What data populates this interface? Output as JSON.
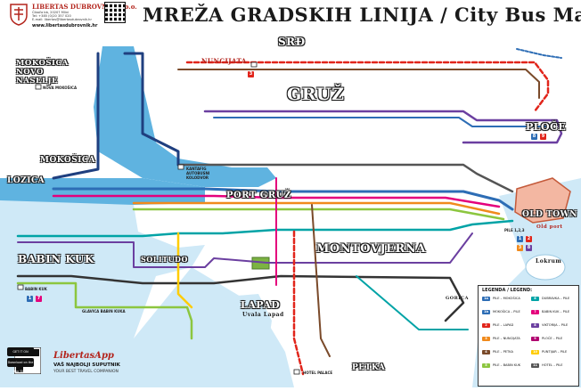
{
  "header": {
    "title": "MREŽA GRADSKIH LINIJA / City Bus Map",
    "company": "LIBERTAS DUBROVNIK d.o.o.",
    "address_lines": [
      "Čibača bb, 20207 Mlini",
      "Tel: +385 (0)20 357 020",
      "E-mail: libertas@libertasdubrovnik.hr"
    ],
    "website": "www.libertasdubrovnik.hr"
  },
  "areas": {
    "srd": "SRĐ",
    "nuncijata": "NUNCIJATA",
    "mokosica_novo": "MOKOŠICA NOVO NASELJE",
    "mokosica": "MOKOŠICA",
    "gruz": "GRUŽ",
    "ploce": "PLOČE",
    "lozica": "LOZICA",
    "port_gruz": "PORT GRUŽ",
    "old_town": "OLD TOWN",
    "old_port": "Old port",
    "babin_kuk": "BABIN KUK",
    "solitudo": "SOLITUDO",
    "montovjerna": "MONTOVJERNA",
    "lapad": "LAPAD",
    "lapad_sub": "Uvala Lapad",
    "petka": "PETKA",
    "lokrum": "Lokrum",
    "gorica": "GORICA"
  },
  "stops": {
    "nova_mokosica": "NOVA MOKOŠICA",
    "autobusni_kolodvor": "KANTAFIG AUTOBUSNI KOLODVOR",
    "glavica": "GLAVICA BABIN KUKA",
    "hotel_palace": "HOTEL PALACE",
    "pile": "PILE 1,2,3",
    "kantafig": "KANTAFIG",
    "babin_kuk_stop": "BABIN KUK"
  },
  "app": {
    "title": "LibertasApp",
    "subtitle": "VAŠ NAJBOLJI SUPUTNIK",
    "subtitle2": "YOUR BEST TRAVEL COMPANION",
    "google": "GET IT ON Google Play",
    "apple": "Download on the App Store"
  },
  "legend": {
    "title": "LEGENDA / LEGEND:",
    "items": [
      {
        "route": "1a",
        "label": "PILE – MOKOŠICA",
        "color": "#2d6db5"
      },
      {
        "route": "1b",
        "label": "MOKOŠICA – PILE",
        "color": "#2d6db5"
      },
      {
        "route": "2",
        "label": "PILE – LAPAD",
        "color": "#e1251b"
      },
      {
        "route": "3",
        "label": "PILE – NUNCIJATA",
        "color": "#f08a1c"
      },
      {
        "route": "4",
        "label": "PILE – PETKA",
        "color": "#7a4a2a"
      },
      {
        "route": "5",
        "label": "PILE – BABIN KUK",
        "color": "#8cc63f"
      },
      {
        "route": "6",
        "label": "DUBRAVKA – PILE",
        "color": "#00a3a6"
      },
      {
        "route": "7",
        "label": "BABIN KUK – PILE",
        "color": "#e4007c"
      },
      {
        "route": "8",
        "label": "VIKTORIJA – PILE",
        "color": "#6b3fa0"
      },
      {
        "route": "9",
        "label": "PLOČE – PILE",
        "color": "#b0006f"
      },
      {
        "route": "10",
        "label": "PUNTIJAR – PILE",
        "color": "#ffcc00"
      },
      {
        "route": "11",
        "label": "HOTEL – PILE",
        "color": "#555555"
      }
    ]
  },
  "colors": {
    "sea": "#cfe9f7",
    "sea_dark": "#5fb3e0",
    "land": "#ffffff",
    "text_red": "#b3241c"
  }
}
